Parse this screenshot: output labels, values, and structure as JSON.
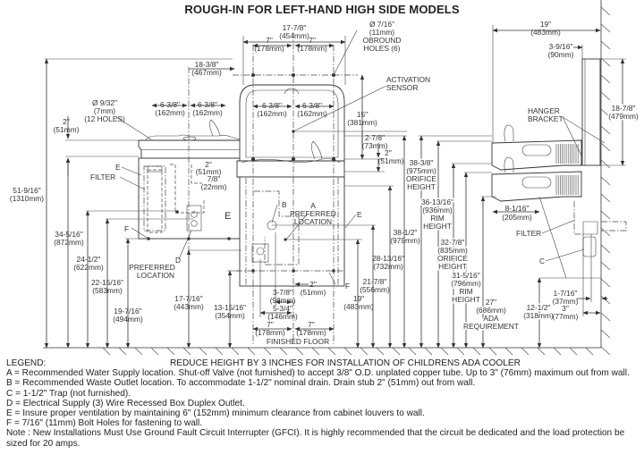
{
  "title": "ROUGH-IN FOR LEFT-HAND HIGH SIDE MODELS",
  "front_view": {
    "dimensions": {
      "overall_width": [
        "17-7/8\"",
        "(454mm)"
      ],
      "hole_spacing_left": [
        "7\"",
        "(178mm)"
      ],
      "hole_spacing_right": [
        "7\"",
        "(178mm)"
      ],
      "obround_holes": [
        "Ø 7/16\"",
        "(11mm)",
        "OBROUND",
        "HOLES (6)"
      ],
      "activation_sensor": [
        "ACTIVATION",
        "SENSOR"
      ],
      "centerline_offset": [
        "18-3/8\"",
        "(467mm)"
      ],
      "mount_holes": [
        "Ø 9/32\"",
        "(7mm)",
        "(12 HOLES)"
      ],
      "left_hole_left": [
        "6-3/8\"",
        "(162mm)"
      ],
      "left_hole_right": [
        "6-3/8\"",
        "(162mm)"
      ],
      "right_hole_left": [
        "6-3/8\"",
        "(162mm)"
      ],
      "right_hole_right": [
        "6-3/8\"",
        "(162mm)"
      ],
      "top_plate": [
        "2\"",
        "(51mm)"
      ],
      "vertical_15": [
        "15\"",
        "(381mm)"
      ],
      "vertical_2_7_8": [
        "2-7/8\"",
        "(73mm)"
      ],
      "vertical_2_right": [
        "2\"",
        "(51mm)"
      ],
      "offset_2": [
        "2\"",
        "(51mm)"
      ],
      "offset_7_8": [
        "7/8\"",
        "(22mm)"
      ],
      "overall_height": [
        "51-9/16\"",
        "(1310mm)"
      ],
      "h_34_5_16": [
        "34-5/16\"",
        "(872mm)"
      ],
      "h_24_1_2": [
        "24-1/2\"",
        "(622mm)"
      ],
      "h_22_15_16": [
        "22-15/16\"",
        "(583mm)"
      ],
      "h_19_7_16": [
        "19-7/16\"",
        "(494mm)"
      ],
      "h_17_7_16": [
        "17-7/16\"",
        "(443mm)"
      ],
      "h_13_15_16": [
        "13-15/16\"",
        "(354mm)"
      ],
      "h_3_7_8": [
        "3-7/8\"",
        "(98mm)"
      ],
      "h_5_3_4": [
        "5-3/4\"",
        "(146mm)"
      ],
      "h_2_bottom": [
        "2\"",
        "(51mm)"
      ],
      "bottom_left_7": [
        "7\"",
        "(178mm)"
      ],
      "bottom_right_7": [
        "7\"",
        "(178mm)"
      ],
      "h_19": [
        "19\"",
        "(483mm)"
      ],
      "h_21_7_8": [
        "21-7/8\"",
        "(556mm)"
      ],
      "h_28_13_16": [
        "28-13/16\"",
        "(732mm)"
      ],
      "h_38_1_2": [
        "38-1/2\"",
        "(979mm)"
      ]
    },
    "labels": {
      "E_left": "E",
      "E_right": "E",
      "E_mid": "E",
      "filter": "FILTER",
      "F_left": "F",
      "F_right": "F",
      "D": "D",
      "preferred_location_d": [
        "PREFERRED",
        "LOCATION"
      ],
      "B": "B",
      "A": [
        "A",
        "PREFERRED",
        "LOCATION"
      ],
      "finished_floor": "FINISHED FLOOR"
    }
  },
  "side_view": {
    "dimensions": {
      "depth": [
        "19\"",
        "(483mm)"
      ],
      "bracket_depth": [
        "3-9/16\"",
        "(90mm)"
      ],
      "bracket_height": [
        "18-7/8\"",
        "(479mm)"
      ],
      "orifice_high": [
        "38-3/8\"",
        "(975mm)",
        "ORIFICE",
        "HEIGHT"
      ],
      "rim_high": [
        "36-13/16\"",
        "(936mm)",
        "RIM",
        "HEIGHT"
      ],
      "orifice_low": [
        "32-7/8\"",
        "(835mm)",
        "ORIFICE",
        "HEIGHT"
      ],
      "rim_low": [
        "31-5/16\"",
        "(796mm)",
        "RIM",
        "HEIGHT"
      ],
      "ada": [
        "27\"",
        "(686mm)",
        "ADA",
        "REQUIREMENT"
      ],
      "offset_8_1_16": [
        "8-1/16\"",
        "(205mm)"
      ],
      "h_12_1_2": [
        "12-1/2\"",
        "(318mm)"
      ],
      "d_1_7_16": [
        "1-7/16\"",
        "(37mm)"
      ],
      "d_3": [
        "3\"",
        "(77mm)"
      ]
    },
    "labels": {
      "hanger_bracket": [
        "HANGER",
        "BRACKET"
      ],
      "filter": "FILTER",
      "C": "C"
    }
  },
  "reduce_note": "REDUCE HEIGHT BY 3 INCHES FOR INSTALLATION OF CHILDRENS ADA COOLER",
  "legend": {
    "heading": "LEGEND:",
    "items": [
      "A = Recommended Water Supply location. Shut-off Valve (not furnished) to accept 3/8\" O.D. unplated copper tube. Up to 3\" (76mm) maximum out from wall.",
      "B = Recommended Waste Outlet location. To accommodate 1-1/2\" nominal drain. Drain stub 2\" (51mm) out from wall.",
      "C = 1-1/2\" Trap (not furnished).",
      "D = Electrical Supply (3) Wire Recessed Box Duplex Outlet.",
      "E = Insure proper ventilation by maintaining 6\" (152mm) minimum clearance from cabinet louvers to wall.",
      "F = 7/16\" (11mm) Bolt Holes for fastening to wall.",
      "Note : New Installations Must Use Ground Fault Circuit Interrupter (GFCI). It is highly recommended that the circuit be dedicated and the load protection be sized for 20 amps."
    ]
  }
}
